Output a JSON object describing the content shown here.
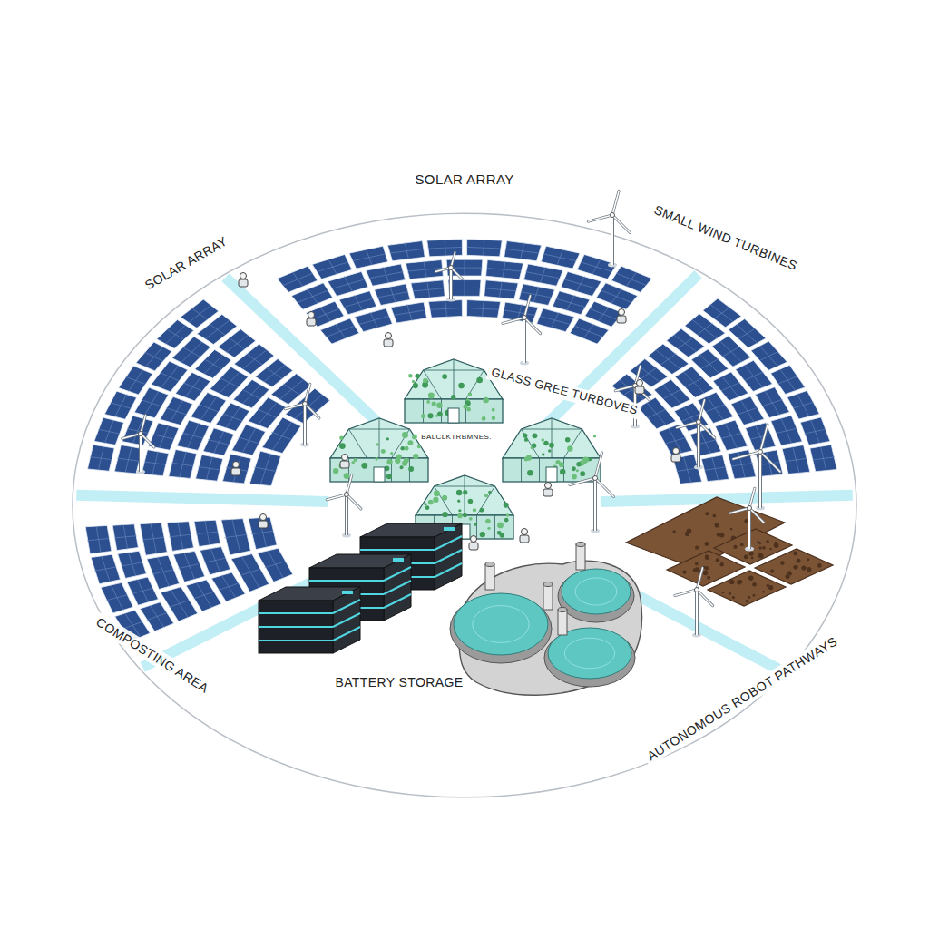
{
  "diagram": {
    "labels": [
      "SOLAR ARRAY",
      "SOLAR ARRAY",
      "SMALL WIND TURBINES",
      "GLASS GREE TURBOVES",
      "BALCLKTRBMNES.",
      "COMPOSTING AREA",
      "BATTERY STORAGE",
      "AUTONOMOUS ROBOT PATHWAYS"
    ]
  }
}
